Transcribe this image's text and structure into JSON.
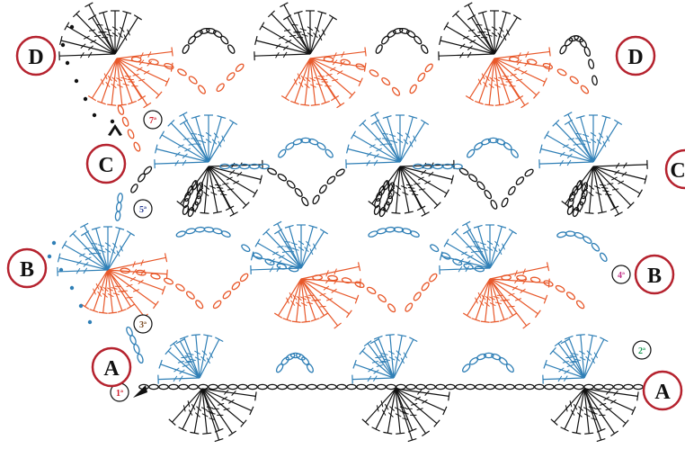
{
  "colors": {
    "black": "#111111",
    "orange": "#e8582a",
    "blue": "#2f7fb6",
    "label_ring": "#b5222e",
    "row1": "#d0202e",
    "row2": "#1f9a57",
    "row3": "#7a4a22",
    "row4": "#c2388a",
    "row5": "#2c3f93",
    "row7": "#d0202e"
  },
  "side_labels": {
    "a_left": "A",
    "a_right": "A",
    "b_left": "B",
    "b_right": "B",
    "c_left": "C",
    "c_right": "C",
    "d_left": "D",
    "d_right": "D"
  },
  "row_markers": {
    "r1": "1ª",
    "r2": "2ª",
    "r3": "3ª",
    "r4": "4ª",
    "r5": "5ª",
    "r7": "7ª"
  },
  "icons": {
    "start": "start-arrow-icon",
    "end": "end-arrow-icon"
  }
}
